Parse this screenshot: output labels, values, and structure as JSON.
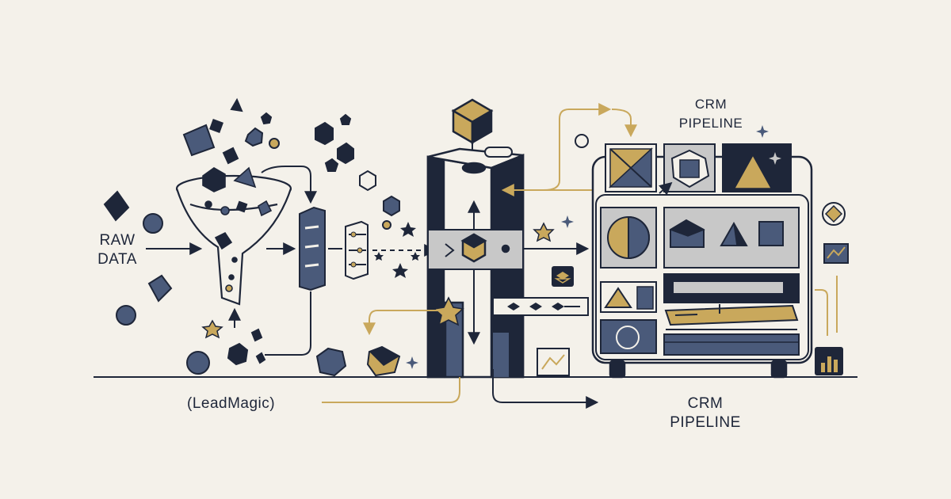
{
  "labels": {
    "raw_data": [
      "RAW",
      "DATA"
    ],
    "crm_top": [
      "CRM",
      "PIPELINE"
    ],
    "crm_bottom": [
      "CRM",
      "PIPELINE"
    ],
    "leadmagic": "(LeadMagic)"
  },
  "colors": {
    "background": "#f4f1ea",
    "navy": "#1e2639",
    "slate": "#4a5a7a",
    "gold": "#c9a85c",
    "gray": "#c8c8c8",
    "light": "#f4f1ea"
  },
  "icons": {
    "funnel": "funnel-icon",
    "filter": "filter-icon",
    "tower": "processing-tower-icon",
    "pipeline_board": "crm-board-icon",
    "chart": "bar-chart-icon",
    "trend": "trend-chart-icon",
    "layers": "layers-icon"
  }
}
